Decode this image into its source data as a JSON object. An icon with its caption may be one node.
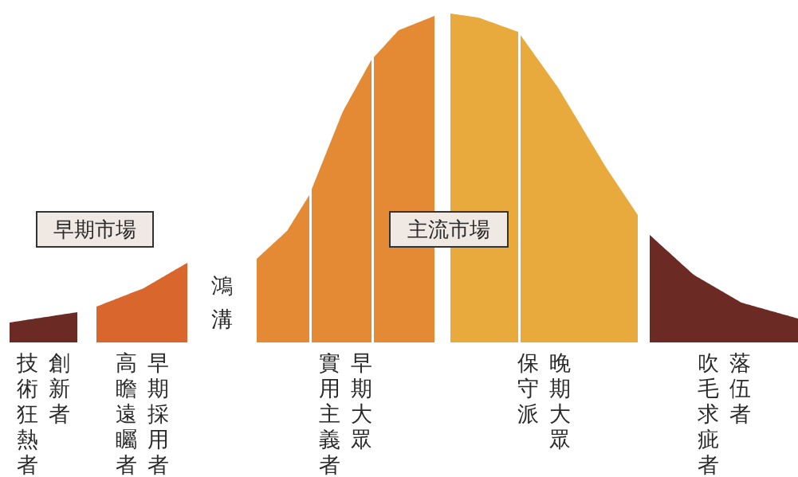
{
  "diagram": {
    "nodes": [
      {
        "text": [
          "技術狂熱者",
          "創新者"
        ]
      },
      {
        "text": [
          "高瞻遠矚者",
          "早期採用者"
        ]
      },
      {
        "text": [
          "實用主義者",
          "早期大眾"
        ]
      },
      {
        "text": [
          "保守派",
          "晚期大眾"
        ]
      },
      {
        "text": [
          "吹毛求疵者",
          "落伍者"
        ]
      },
      {
        "text": [
          "早期市場"
        ]
      },
      {
        "text": [
          "主流市場"
        ]
      }
    ],
    "edges": [],
    "labels": [
      "鴻溝"
    ]
  }
}
